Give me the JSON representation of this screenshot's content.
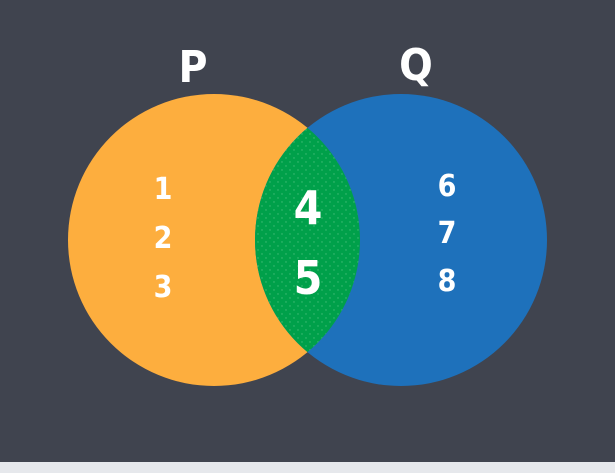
{
  "colors": {
    "background": "#40444f",
    "set_p": "#fdae3e",
    "set_q": "#1e71bb",
    "intersection": "#00a04a",
    "text": "#ffffff"
  },
  "sets": {
    "p": {
      "label": "P",
      "only_elements": [
        "1",
        "2",
        "3"
      ]
    },
    "q": {
      "label": "Q",
      "only_elements": [
        "6",
        "7",
        "8"
      ]
    },
    "intersection": {
      "elements": [
        "4",
        "5"
      ]
    }
  }
}
